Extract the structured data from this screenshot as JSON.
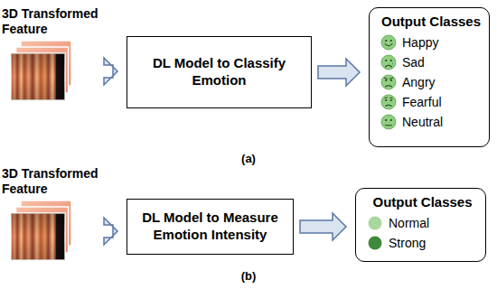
{
  "diagram": {
    "nodes": [
      {
        "text": [
          "3D Transformed Feature"
        ]
      },
      {
        "text": [
          "DL Model to Classify Emotion"
        ]
      },
      {
        "text": [
          "Output Classes",
          "Happy",
          "Sad",
          "Angry",
          "Fearful",
          "Neutral"
        ]
      },
      {
        "text": [
          "3D Transformed Feature"
        ]
      },
      {
        "text": [
          "DL Model to Measure Emotion Intensity"
        ]
      },
      {
        "text": [
          "Output Classes",
          "Normal",
          "Strong"
        ]
      }
    ],
    "edges": [
      {
        "from": 0,
        "to": 1,
        "arrow": "to"
      },
      {
        "from": 1,
        "to": 2,
        "arrow": "to"
      },
      {
        "from": 3,
        "to": 4,
        "arrow": "to"
      },
      {
        "from": 4,
        "to": 5,
        "arrow": "to"
      }
    ],
    "labels": [
      "(a)",
      "(b)"
    ]
  }
}
